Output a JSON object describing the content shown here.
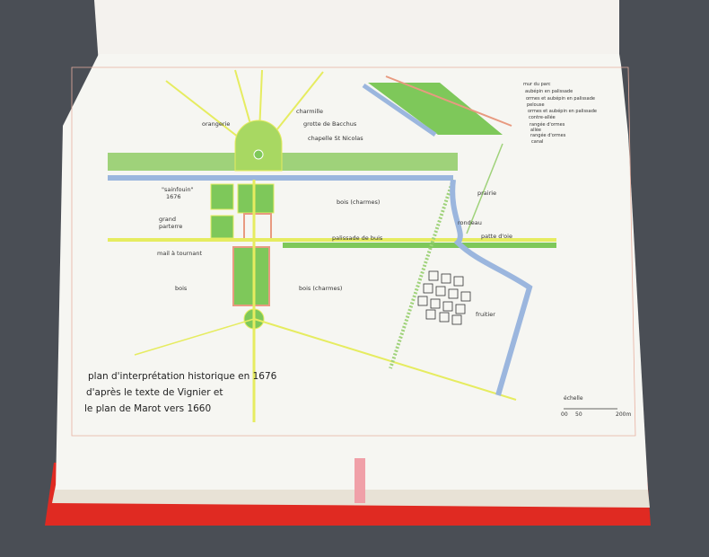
{
  "legend": [
    "mur du parc",
    "aubépin en palissade",
    "ormes et aubépin en palissade",
    "pelouse",
    "ormes et aubépin en palissade",
    "contre-allée",
    "rangée d'ormes",
    "allée",
    "rangée d'ormes",
    "canal"
  ],
  "labels": {
    "orangerie": "orangerie",
    "charmille": "charmille",
    "grotte": "grotte de Bacchus",
    "chapelle": "chapelle St Nicolas",
    "sainfouin": "\"sainfouin\"",
    "sainfouin_year": "1676",
    "grand": "grand",
    "parterre": "parterre",
    "bois_charmes_1": "bois (charmes)",
    "bois_charmes_2": "bois (charmes)",
    "bois": "bois",
    "mail": "mail à tournant",
    "palissade": "palissade de buis",
    "prairie": "prairie",
    "rondeau": "rondeau",
    "patte": "patte d'oie",
    "fruitier": "fruitier"
  },
  "caption": [
    "plan d'interprétation historique en 1676",
    "d'après le texte de Vignier et",
    "le plan de Marot vers 1660"
  ],
  "scale": {
    "label": "échelle",
    "ticks": [
      "00",
      "50",
      "200m"
    ]
  },
  "colors": {
    "background": "#4a4e55",
    "cover": "#e02a22",
    "page": "#f6f6f2",
    "lawn": "#7ec85a",
    "path": "#e8ee7a",
    "water": "#9bb6de",
    "wall": "#e89a80"
  }
}
